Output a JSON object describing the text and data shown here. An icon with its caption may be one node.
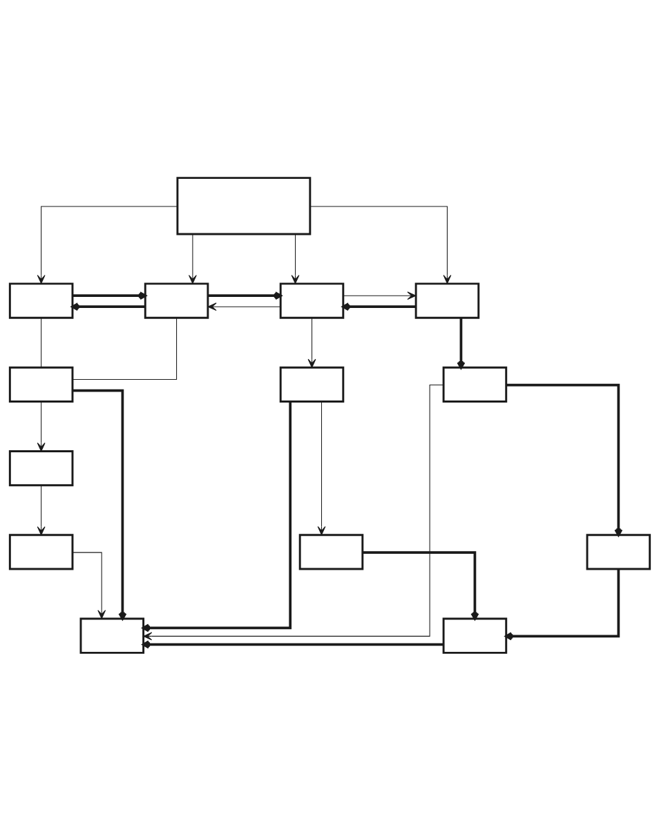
{
  "diagram": {
    "nodes": [
      {
        "text": [],
        "shape": "box"
      },
      {
        "text": [],
        "shape": "box"
      },
      {
        "text": [],
        "shape": "box"
      },
      {
        "text": [],
        "shape": "box"
      },
      {
        "text": [],
        "shape": "box"
      },
      {
        "text": [],
        "shape": "box"
      },
      {
        "text": [],
        "shape": "box"
      },
      {
        "text": [],
        "shape": "box"
      },
      {
        "text": [],
        "shape": "box"
      },
      {
        "text": [],
        "shape": "box"
      },
      {
        "text": [],
        "shape": "box"
      },
      {
        "text": [],
        "shape": "box"
      },
      {
        "text": [],
        "shape": "box"
      },
      {
        "text": [],
        "shape": "box"
      }
    ],
    "edges": [
      {
        "from": 0,
        "to": 1,
        "arrow": "to"
      },
      {
        "from": 0,
        "to": 2,
        "arrow": "to"
      },
      {
        "from": 0,
        "to": 3,
        "arrow": "to"
      },
      {
        "from": 0,
        "to": 4,
        "arrow": "to"
      },
      {
        "from": 1,
        "to": 2,
        "arrow": "to",
        "style": "thick"
      },
      {
        "from": 2,
        "to": 1,
        "arrow": "to",
        "style": "thick"
      },
      {
        "from": 2,
        "to": 3,
        "arrow": "to",
        "style": "thick"
      },
      {
        "from": 3,
        "to": 2,
        "arrow": "to"
      },
      {
        "from": 3,
        "to": 4,
        "arrow": "to"
      },
      {
        "from": 4,
        "to": 3,
        "arrow": "to",
        "style": "thick"
      },
      {
        "from": 1,
        "to": 5,
        "arrow": "none"
      },
      {
        "from": 2,
        "to": 5,
        "arrow": "none"
      },
      {
        "from": 3,
        "to": 6,
        "arrow": "to"
      },
      {
        "from": 4,
        "to": 7,
        "arrow": "to",
        "style": "thick"
      },
      {
        "from": 5,
        "to": 8,
        "arrow": "to"
      },
      {
        "from": 5,
        "to": 12,
        "arrow": "to",
        "style": "thick"
      },
      {
        "from": 6,
        "to": 12,
        "arrow": "to",
        "style": "thick"
      },
      {
        "from": 6,
        "to": 10,
        "arrow": "to"
      },
      {
        "from": 7,
        "to": 11,
        "arrow": "to",
        "style": "thick"
      },
      {
        "from": 7,
        "to": 12,
        "arrow": "to"
      },
      {
        "from": 8,
        "to": 9,
        "arrow": "to"
      },
      {
        "from": 10,
        "to": 13,
        "arrow": "to",
        "style": "thick"
      },
      {
        "from": 11,
        "to": 13,
        "arrow": "to",
        "style": "thick"
      },
      {
        "from": 9,
        "to": 12,
        "arrow": "to"
      },
      {
        "from": 13,
        "to": 12,
        "arrow": "to",
        "style": "thick"
      }
    ]
  }
}
